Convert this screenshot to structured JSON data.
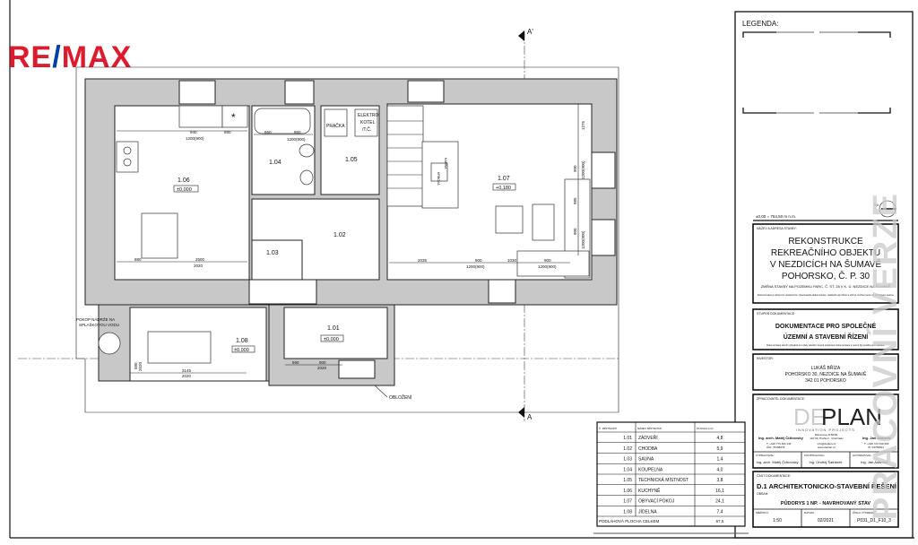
{
  "logo": {
    "text_left": "RE",
    "slash": "/",
    "text_right": "MAX",
    "red": "#dc1c2e",
    "blue": "#003da5"
  },
  "section_marks": {
    "top": "A'",
    "bottom": "A"
  },
  "rooms": [
    {
      "no": "1.06",
      "level": "±0,000"
    },
    {
      "no": "1.04"
    },
    {
      "no": "1.05"
    },
    {
      "no": "1.02"
    },
    {
      "no": "1.03"
    },
    {
      "no": "1.07",
      "level": "+0,180"
    },
    {
      "no": "1.08",
      "level": "±0,000"
    },
    {
      "no": "1.01",
      "level": "±0,000"
    }
  ],
  "labels": {
    "pracka": "PRAČKA",
    "elektro_1": "ELEKTRO",
    "elektro_2": "KOTEL",
    "elektro_3": "/T.Č.",
    "kamna_1": "KRBOVÁ",
    "kamna_2": "KAMNA",
    "pokop_1": "POKOP NÁDRŽE NA",
    "pokop_2": "SPLAŠKOVOU VODU",
    "oblozeni": "OBLOŽENÍ",
    "elevation": "±0,00 = 754,50 m n.m."
  },
  "dimensions": {
    "k940": "940",
    "k880": "880",
    "k1200a": "1200(900)",
    "b850a": "850",
    "b850b": "850",
    "b1200": "1200(900)",
    "k880b": "880",
    "k2500": "2500",
    "k2020": "2020",
    "l2035": "2035",
    "l900a": "900",
    "l1200a": "1200(900)",
    "l1030": "1030",
    "l900b": "900",
    "l1200b": "1200(900)",
    "l1275": "1275",
    "l900c": "900",
    "l1200c": "1200(900)",
    "l985": "985",
    "l900d": "900",
    "l1200d": "1200(900)",
    "d3145": "3145",
    "d2020": "2020",
    "d580": "580",
    "d2020b": "2020",
    "e690": "690",
    "e900": "900",
    "e2020": "2020"
  },
  "legend": {
    "title": "LEGENDA:"
  },
  "room_table": {
    "headers": [
      "Č. MÍSTNOSTI",
      "NÁZEV MÍSTNOSTI",
      "PLOCHA (m²)"
    ],
    "rows": [
      [
        "1.01",
        "ZÁDVEŘÍ",
        "4,8"
      ],
      [
        "1.02",
        "CHODBA",
        "5,9"
      ],
      [
        "1.03",
        "SAUNA",
        "1,4"
      ],
      [
        "1.04",
        "KOUPELNA",
        "4,0"
      ],
      [
        "1.05",
        "TECHNICKÁ MÍSTNOST",
        "3,8"
      ],
      [
        "1.06",
        "KUCHYNĚ",
        "16,1"
      ],
      [
        "1.07",
        "OBÝVACÍ POKOJ",
        "24,1"
      ],
      [
        "1.08",
        "JÍDELNA",
        "7,4"
      ]
    ],
    "total_label": "PODLAHOVÁ PLOCHA CELKEM",
    "total_value": "67,5"
  },
  "title_block": {
    "building_caption": "NÁZEV A ADRESA STAVBY:",
    "title_lines": [
      "REKONSTRUKCE",
      "REKREAČNÍHO OBJEKTU",
      "V NEZDICÍCH NA ŠUMAVĚ",
      "POHORSKO, Č. P. 30"
    ],
    "subtitle": "ZMĚNA STAVBY NA POZEMKU PARC. Č. ST. 28 V K. Ú. NEZDICE NA ŠUMAVĚ",
    "note1": "Dokumentace je duševním vlastnictvím zpracovatele dokumentace. Jakékoliv její šíření a užití je možné pouze se souhlasem autora.",
    "stage_caption": "STUPEŇ DOKUMENTACE:",
    "stage_lines": [
      "DOKUMENTACE PRO SPOLEČNÉ",
      "ÚZEMNÍ A STAVEBNÍ ŘÍZENÍ"
    ],
    "note2": "Dokumentace slouží výhradně pro účely daného stupně projektové dokumentace a nesmí být použita pro realizaci.",
    "investor_caption": "INVESTOR:",
    "investor_lines": [
      "LUKÁŠ BŘÍZA",
      "POHORSKO 30, NEZDICE NA ŠUMAVĚ",
      "342 01 POHORSKO"
    ],
    "author_caption": "ZPRACOVATEL DOKUMENTACE:",
    "company_logo_de": "DE",
    "company_logo_plan": "PLAN",
    "company_tagline": "INNOVATION PROJECTS",
    "author1_name": "Ing. arch. Matěj Čížkovský",
    "author1_contact": [
      "T: +420 776 404 144",
      "IČO: 76168078"
    ],
    "address": [
      "Mánesova 1160/36,",
      "120 00, Praha 2 - Vinohrady"
    ],
    "web": [
      "info@deplan.cz",
      "www.deplan.cz"
    ],
    "author2_name": "Ing. Jan Adámek",
    "author2_contact": [
      "T: +420 724 449 364",
      "IČ: 04758001"
    ],
    "role_captions": [
      "VYPRACOVAL:",
      "KONTROLOVAL:",
      "AUTORIZOVAL:"
    ],
    "role_names": [
      "Ing. arch. Matěj Čížkovský",
      "Ing. Ondřej Šafránek",
      "Ing. Jan Adámek"
    ],
    "part_caption": "ČÁST DOKUMENTACE:",
    "part_title": "D.1  ARCHITEKTONICKO-STAVEBNÍ ŘEŠENÍ",
    "content_caption": "OBSAH:",
    "content_title": "PŮDORYS 1 NP. - NAVRHOVANÝ STAV",
    "meta_captions": [
      "MĚŘÍTKO:",
      "DATUM:",
      "ČÍSLO VÝKRESU:"
    ],
    "scale": "1:50",
    "date": "02/2021",
    "drawing_no": "P031_D1_F10_3",
    "watermark": "PRACOVNÍ VERZE",
    "north_label": "SV"
  }
}
